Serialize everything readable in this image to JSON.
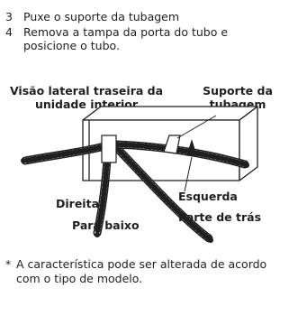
{
  "steps": [
    {
      "number": "3",
      "text": "Puxe o suporte da tubagem"
    },
    {
      "number": "4",
      "text": "Remova a tampa da porta do tubo e posicione o tubo."
    }
  ],
  "figure": {
    "caption_left": "Visão lateral traseira da unidade interior",
    "caption_right": "Suporte da tubagem",
    "labels": {
      "direita": "Direita",
      "para_baixo": "Para baixo",
      "esquerda": "Esquerda",
      "parte_de_tras": "Parte de trás"
    }
  },
  "note": {
    "marker": "*",
    "text": "A característica pode ser alterada de acordo com o tipo de modelo."
  }
}
